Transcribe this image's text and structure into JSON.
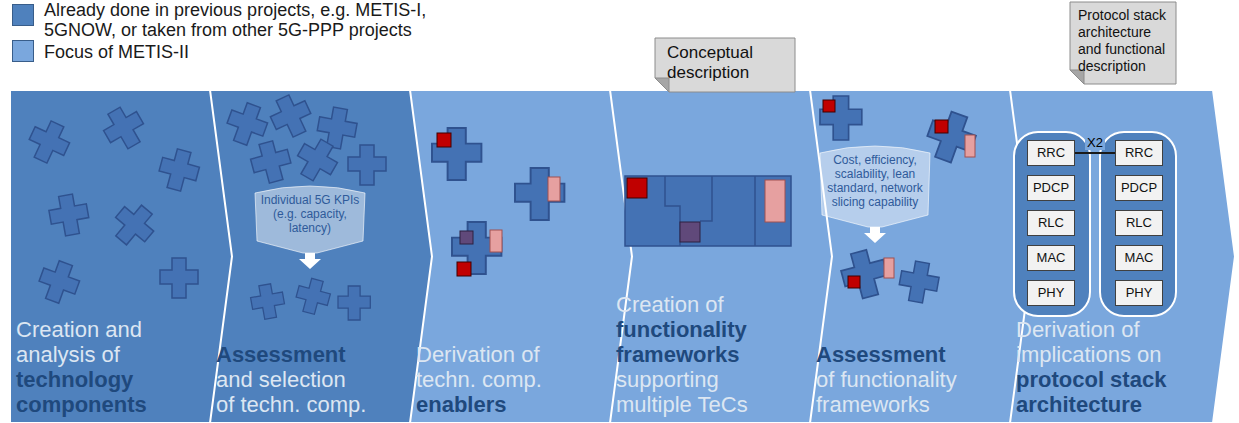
{
  "diagram": {
    "nodes": [
      {
        "text": [
          "Creation and analysis of",
          "technology components"
        ]
      },
      {
        "text": [
          "Assessment",
          "and selection of techn. comp."
        ]
      },
      {
        "text": [
          "Individual 5G KPIs (e.g. capacity, latency)"
        ],
        "in": 1
      },
      {
        "text": [
          "Derivation of techn. comp.",
          "enablers"
        ]
      },
      {
        "text": [
          "Conceptual description"
        ]
      },
      {
        "text": [
          "Creation of",
          "functionality frameworks",
          "supporting multiple TeCs"
        ]
      },
      {
        "text": [
          "Assessment",
          "of functionality frameworks"
        ]
      },
      {
        "text": [
          "Cost, efficiency, scalability, lean standard, network slicing capability"
        ],
        "in": 6
      },
      {
        "text": [
          "Protocol stack architecture and functional description"
        ]
      },
      {
        "text": [
          "Derivation of implications on",
          "protocol stack architecture"
        ]
      },
      {
        "text": [
          "RRC"
        ],
        "in": 9
      },
      {
        "text": [
          "PDCP"
        ],
        "in": 9
      },
      {
        "text": [
          "RLC"
        ],
        "in": 9
      },
      {
        "text": [
          "MAC"
        ],
        "in": 9
      },
      {
        "text": [
          "PHY"
        ],
        "in": 9
      },
      {
        "text": [
          "RRC"
        ],
        "in": 9
      },
      {
        "text": [
          "PDCP"
        ],
        "in": 9
      },
      {
        "text": [
          "RLC"
        ],
        "in": 9
      },
      {
        "text": [
          "MAC"
        ],
        "in": 9
      },
      {
        "text": [
          "PHY"
        ],
        "in": 9
      }
    ],
    "edges": [
      {
        "from": 10,
        "to": 15,
        "label": "X2",
        "arrow": "none"
      }
    ],
    "legend": [
      {
        "text": "Already done in previous projects, e.g. METIS-I, 5GNOW, or taken from other 5G-PPP projects",
        "color": "#4f81bd"
      },
      {
        "text": "Focus of METIS-II",
        "color": "#7aa7dd"
      }
    ]
  }
}
